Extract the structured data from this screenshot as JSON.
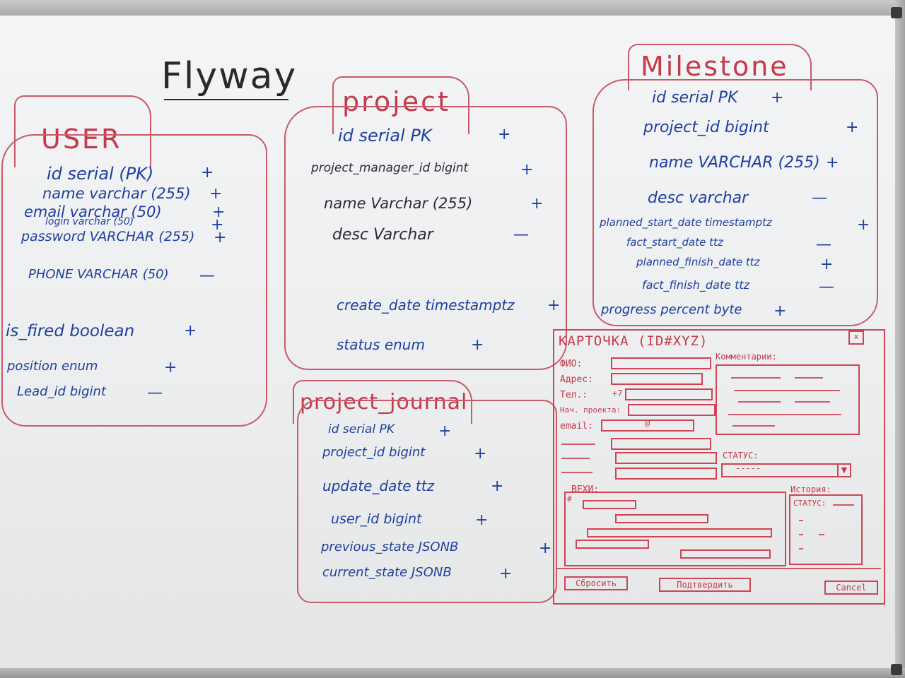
{
  "title": "Flyway",
  "user": {
    "name": "USER",
    "fields": [
      {
        "label": "id serial (PK)",
        "mark": "+"
      },
      {
        "label": "name varchar (255)",
        "mark": "+"
      },
      {
        "label": "email varchar (50)",
        "mark": "+"
      },
      {
        "label": "login varchar (50)",
        "mark": "+"
      },
      {
        "label": "password VARCHAR (255)",
        "mark": "+"
      },
      {
        "label": "PHONE VARCHAR (50)",
        "mark": "—"
      },
      {
        "label": "is_fired boolean",
        "mark": "+"
      },
      {
        "label": "position enum",
        "mark": "+"
      },
      {
        "label": "Lead_id bigint",
        "mark": "—"
      }
    ]
  },
  "project": {
    "name": "project",
    "fields": [
      {
        "label": "id serial PK",
        "mark": "+"
      },
      {
        "label": "project_manager_id bigint",
        "mark": "+"
      },
      {
        "label": "name Varchar (255)",
        "mark": "+"
      },
      {
        "label": "desc Varchar",
        "mark": "—"
      },
      {
        "label": "create_date timestamptz",
        "mark": "+"
      },
      {
        "label": "status enum",
        "mark": "+"
      }
    ]
  },
  "milestone": {
    "name": "Milestone",
    "fields": [
      {
        "label": "id serial PK",
        "mark": "+"
      },
      {
        "label": "project_id bigint",
        "mark": "+"
      },
      {
        "label": "name VARCHAR (255)",
        "mark": "+"
      },
      {
        "label": "desc varchar",
        "mark": "—"
      },
      {
        "label": "planned_start_date timestamptz",
        "mark": "+"
      },
      {
        "label": "fact_start_date ttz",
        "mark": "—"
      },
      {
        "label": "planned_finish_date ttz",
        "mark": "+"
      },
      {
        "label": "fact_finish_date ttz",
        "mark": "—"
      },
      {
        "label": "progress percent byte",
        "mark": "+"
      }
    ]
  },
  "project_journal": {
    "name": "project_journal",
    "fields": [
      {
        "label": "id serial PK",
        "mark": "+"
      },
      {
        "label": "project_id bigint",
        "mark": "+"
      },
      {
        "label": "update_date ttz",
        "mark": "+"
      },
      {
        "label": "user_id bigint",
        "mark": "+"
      },
      {
        "label": "previous_state JSONB",
        "mark": "+"
      },
      {
        "label": "current_state JSONB",
        "mark": "+"
      }
    ]
  },
  "card": {
    "title": "КАРТОЧКА (ID#XYZ)",
    "close": "x",
    "fio_label": "ФИО:",
    "address_label": "Адрес:",
    "phone_label": "Тел.:",
    "phone_prefix": "+7",
    "pm_label": "Нач. проекта:",
    "email_label": "email:",
    "email_at": "@",
    "comments_label": "Комментарии:",
    "status_label": "СТАТУС:",
    "status_value": "-----",
    "milestones_label": "ВЕХИ:",
    "milestone_marker": "#",
    "history_label": "История:",
    "history_status": "СТАТУС:",
    "reset_button": "Сбросить",
    "confirm_button": "Подтвердить",
    "cancel_button": "Cancel"
  },
  "colors": {
    "marker_red": "#c43a4a",
    "marker_blue": "#1f3fa0",
    "marker_black": "#2a2a2a"
  }
}
